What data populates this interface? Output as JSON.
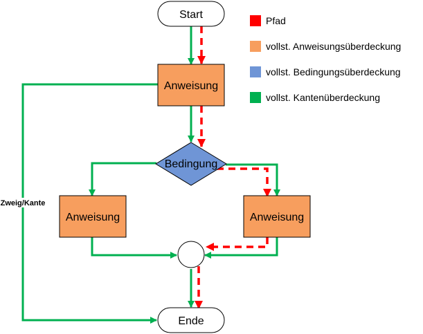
{
  "colors": {
    "path": "#ff0000",
    "statement": "#f79e5e",
    "condition": "#6f95d6",
    "edge": "#00b050",
    "stroke": "#000000",
    "terminal_fill": "#ffffff"
  },
  "nodes": {
    "start": "Start",
    "statement_top": "Anweisung",
    "condition": "Bedingung",
    "statement_left": "Anweisung",
    "statement_right": "Anweisung",
    "end": "Ende"
  },
  "edge_label": "Zweig/Kante",
  "legend": [
    {
      "label": "Pfad",
      "color": "#ff0000"
    },
    {
      "label": "vollst. Anweisungsüberdeckung",
      "color": "#f79e5e"
    },
    {
      "label": "vollst. Bedingungsüberdeckung",
      "color": "#6f95d6"
    },
    {
      "label": "vollst. Kantenüberdeckung",
      "color": "#00b050"
    }
  ]
}
